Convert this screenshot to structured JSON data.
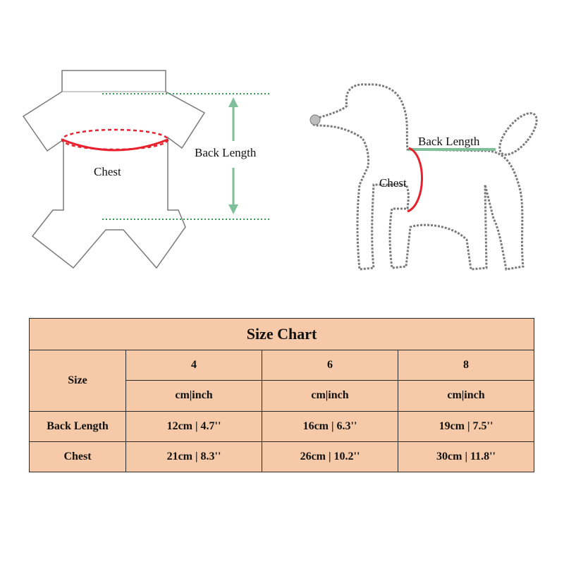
{
  "colors": {
    "cell_bg": "#f6c9a8",
    "chest_line": "#e8212e",
    "back_line": "#2e9e55",
    "arrow": "#7fbf9a",
    "outline": "#7a7a7a"
  },
  "left_diagram": {
    "back_length_label": "Back Length",
    "chest_label": "Chest"
  },
  "right_diagram": {
    "back_length_label": "Back Length",
    "chest_label": "Chest"
  },
  "size_chart": {
    "title": "Size Chart",
    "size_header": "Size",
    "sizes": [
      "4",
      "6",
      "8"
    ],
    "unit_labels": [
      "cm|inch",
      "cm|inch",
      "cm|inch"
    ],
    "rows": [
      {
        "label": "Back Length",
        "values": [
          "12cm | 4.7''",
          "16cm | 6.3''",
          "19cm | 7.5''"
        ]
      },
      {
        "label": "Chest",
        "values": [
          "21cm | 8.3''",
          "26cm | 10.2''",
          "30cm | 11.8''"
        ]
      }
    ]
  }
}
